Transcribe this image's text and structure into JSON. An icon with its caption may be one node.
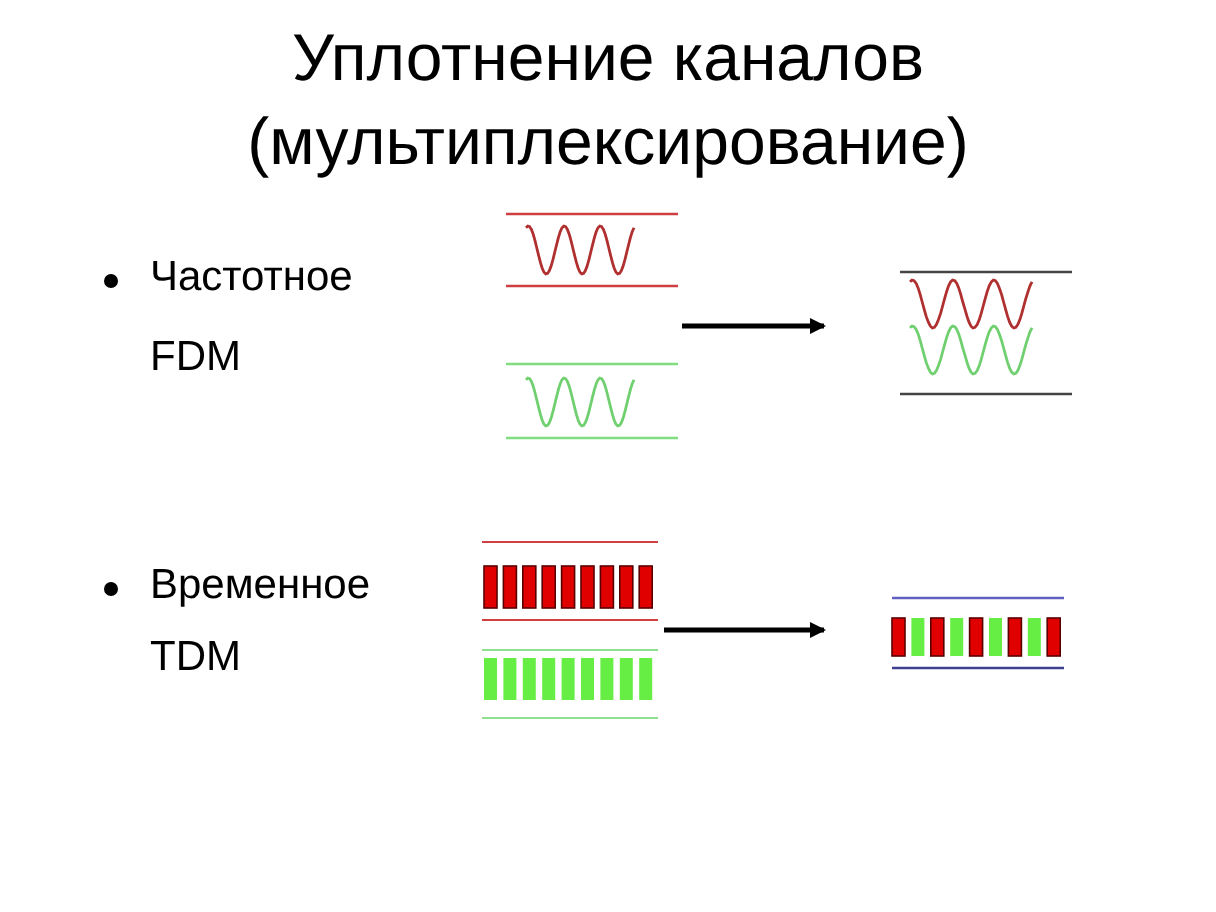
{
  "diagram": {
    "title": "Уплотнение каналов (мультиплексирование)",
    "nodes": [
      {
        "text": [],
        "shape": "picture"
      },
      {
        "text": [],
        "shape": "picture"
      },
      {
        "text": [],
        "shape": "picture"
      },
      {
        "text": [],
        "shape": "picture"
      }
    ],
    "edges": [
      {
        "from": 0,
        "to": 1,
        "arrow": "to"
      },
      {
        "from": 2,
        "to": 3,
        "arrow": "to"
      }
    ],
    "labels": [
      "Частотное",
      "FDM",
      "Временное",
      "TDM"
    ]
  }
}
